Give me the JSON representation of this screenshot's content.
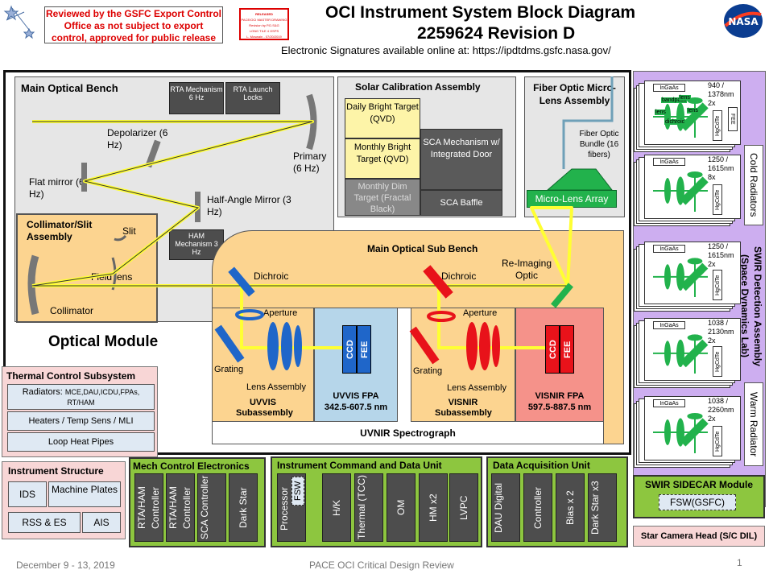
{
  "header": {
    "export_note": "Reviewed by the GSFC Export Control Office as not subject to export control, approved for public release",
    "stamp_lines": [
      "RELEASED",
      "PACE/OCI MASTER DRAWING",
      "Revision by P.D.S&G",
      "LONG TILE 4 GSPS",
      "L. Mcswain - 07/20/2019"
    ],
    "title_line1": "OCI Instrument System Block Diagram",
    "title_line2": "2259624 Revision D",
    "signatures": "Electronic Signatures available online at:  https://ipdtdms.gsfc.nasa.gov/",
    "logo_text": "NASA"
  },
  "optical_module": {
    "label": "Optical Module",
    "main_bench": {
      "title": "Main Optical Bench",
      "rta_mech": "RTA Mechanism 6 Hz",
      "rta_launch": "RTA Launch Locks",
      "depolarizer": "Depolarizer (6 Hz)",
      "primary": "Primary (6 Hz)",
      "flat_mirror": "Flat mirror (6 Hz)",
      "ham": "Half-Angle Mirror (3 Hz)",
      "ham_mech": "HAM Mechanism 3 Hz"
    },
    "collimator": {
      "title": "Collimator/Slit Assembly",
      "slit": "Slit",
      "field_lens": "Field lens",
      "collimator": "Collimator"
    },
    "solar_cal": {
      "title": "Solar Calibration Assembly",
      "daily": "Daily Bright Target (QVD)",
      "monthly": "Monthly Bright Target (QVD)",
      "dim": "Monthly Dim Target (Fractal Black)",
      "sca_mech": "SCA Mechanism w/ Integrated Door",
      "sca_baffle": "SCA Baffle"
    },
    "fiber": {
      "title": "Fiber Optic Micro-Lens Assembly",
      "bundle": "Fiber Optic Bundle (16 fibers)",
      "mla": "Micro-Lens Array"
    },
    "sub_bench": {
      "title": "Main Optical Sub Bench",
      "dichroic1": "Dichroic",
      "dichroic2": "Dichroic",
      "reimaging": "Re-Imaging Optic"
    },
    "spectrograph": {
      "title": "UVNIR Spectrograph",
      "uvvis_aperture": "Aperture",
      "uvvis_grating": "Grating",
      "uvvis_lens": "Lens Assembly",
      "uvvis_sub": "UVVIS Subassembly",
      "uvvis_fpa": "UVVIS FPA",
      "uvvis_range": "342.5-607.5 nm",
      "visnir_aperture": "Aperture",
      "visnir_grating": "Grating",
      "visnir_lens": "Lens Assembly",
      "visnir_sub": "VISNIR Subassembly",
      "visnir_fpa": "VISNIR FPA",
      "visnir_range": "597.5-887.5 nm",
      "ccd": "CCD",
      "fee": "FEE"
    }
  },
  "swir": {
    "title": "SWIR Detection Assembly (Space Dynamics Lab)",
    "cold_radiators": "Cold Radiators",
    "warm_radiator": "Warm Radiator",
    "ingaas": "InGaAs",
    "hgcdte": "HgCdTe",
    "fee": "FEE",
    "lens_labels": [
      "lens",
      "bandpass",
      "lens",
      "dichroic",
      "lens"
    ],
    "bands": [
      {
        "range": "940 / 1378nm",
        "mult": "2x"
      },
      {
        "range": "1250 / 1615nm",
        "mult": "8x"
      },
      {
        "range": "1250 / 1615nm",
        "mult": "2x"
      },
      {
        "range": "1038 / 2130nm",
        "mult": "2x"
      },
      {
        "range": "1038 / 2260nm",
        "mult": "2x"
      }
    ],
    "sidecar_title": "SWIR SIDECAR Module",
    "sidecar_fsw": "FSW(GSFC)",
    "star_camera": "Star Camera Head (S/C DIL)"
  },
  "thermal": {
    "title": "Thermal Control Subsystem",
    "radiators_label": "Radiators:",
    "radiators_list": "MCE,DAU,ICDU,FPAs, RT/HAM",
    "heaters": "Heaters / Temp Sens / MLI",
    "heat_pipes": "Loop Heat Pipes"
  },
  "structure": {
    "title": "Instrument Structure",
    "ids": "IDS",
    "machine_plates": "Machine Plates",
    "rss": "RSS & ES",
    "ais": "AIS"
  },
  "mce": {
    "title": "Mech Control Electronics",
    "items": [
      "RTA/HAM Controller",
      "RTA/HAM Controller",
      "SCA Controller",
      "Dark Star"
    ]
  },
  "icdu": {
    "title": "Instrument Command and Data Unit",
    "processor": "Processor",
    "fsw": "FSW",
    "items": [
      "H/K",
      "Thermal (TCC)",
      "OM",
      "HM x2",
      "LVPC"
    ]
  },
  "dau": {
    "title": "Data Acquisition Unit",
    "items": [
      "DAU Digital",
      "Controller",
      "Bias x 2",
      "Dark Star x3"
    ]
  },
  "footer": {
    "date": "December 9 - 13, 2019",
    "review": "PACE OCI Critical Design Review",
    "page": "1"
  },
  "colors": {
    "optical_bench": "#e6e6e6",
    "collimator": "#fcd490",
    "sub_bench": "#fcd490",
    "solar_targets": "#fdf4a8",
    "sca_mech": "#5a5a5a",
    "swir_purple": "#cdaef0",
    "swir_green": "#22b24c",
    "uvvis_fpa": "#b6d6ea",
    "visnir_fpa": "#f5928a",
    "thermal_pink": "#f8d6d6",
    "electronics_green": "#8dc63f",
    "beam_yellow": "#ffff33",
    "uv_blue": "#1f66c9",
    "red_optics": "#e8121a"
  }
}
